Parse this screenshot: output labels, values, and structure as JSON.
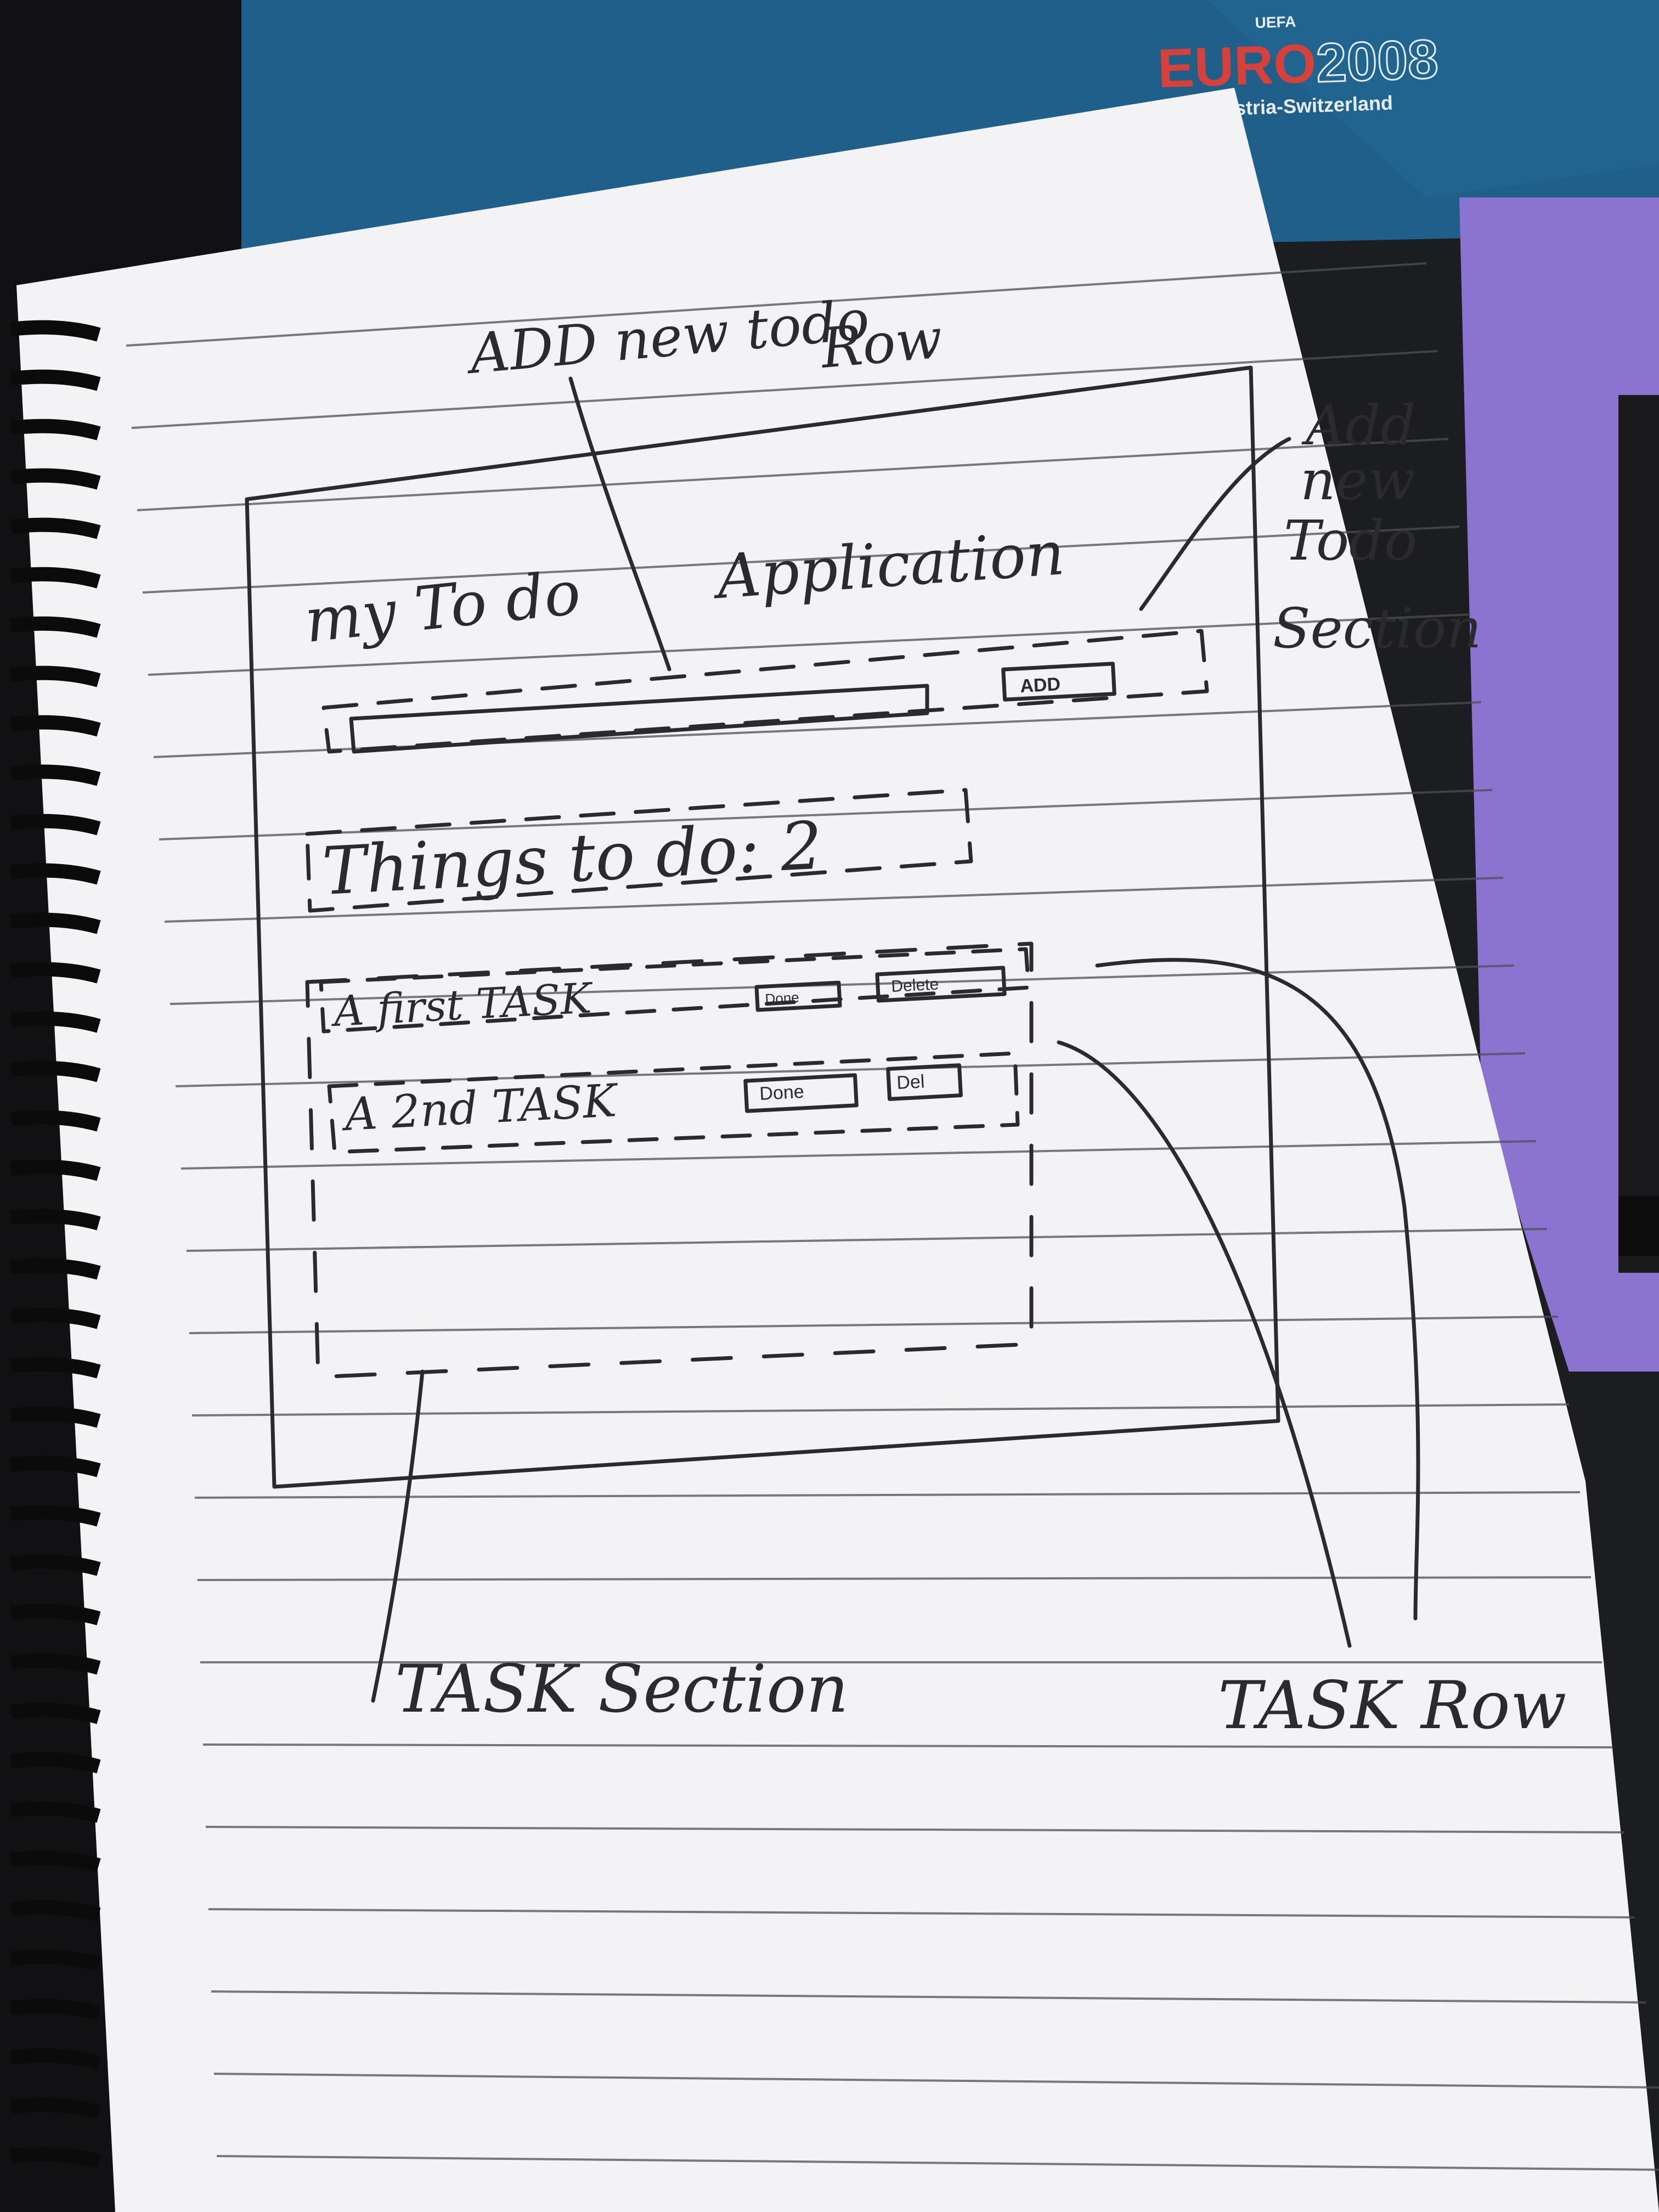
{
  "colors": {
    "desk": "#1c1d20",
    "book_cover": "#1f5f8a",
    "purple_paper": "#8a74cf",
    "paper": "#f3f3f5",
    "ruled_line": "#4d4f5a",
    "ink": "#2b2a2c",
    "euro_red": "#d8403a"
  },
  "book_cover": {
    "logo_small": "UEFA",
    "logo_red": "EURO",
    "logo_year": "2008",
    "subtitle": "Austria-Switzerland"
  },
  "sketch": {
    "app_title_left": "my To do",
    "app_title_right": "Application",
    "add_button_label": "ADD",
    "counter_label": "Things to do: 2",
    "tasks": [
      {
        "label": "A first TASK",
        "button1": "Done",
        "button2": "Delete"
      },
      {
        "label": "A 2nd TASK",
        "button1": "Done",
        "button2": "Del"
      }
    ],
    "annotations": {
      "add_row_line1": "ADD new todo",
      "add_row_line2": "Row",
      "add_section_line1": "Add",
      "add_section_line2": "new",
      "add_section_line3": "Todo",
      "add_section_line4": "Section",
      "task_section": "TASK Section",
      "task_row": "TASK Row"
    }
  }
}
